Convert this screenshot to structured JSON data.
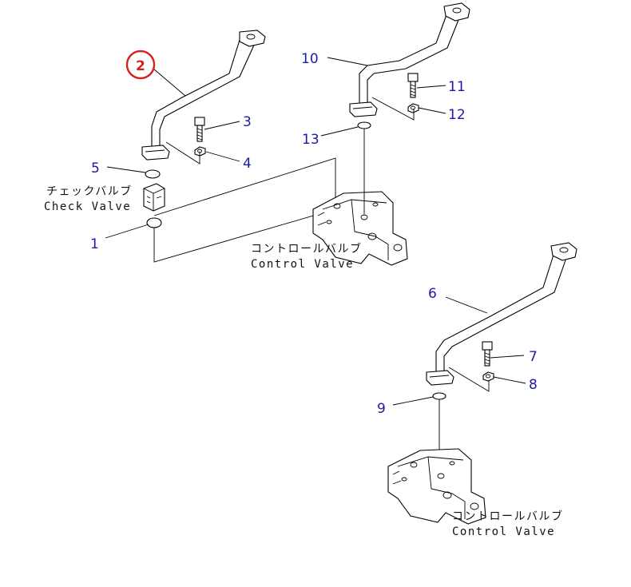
{
  "parts": {
    "p1": "1",
    "p2": "2",
    "p3": "3",
    "p4": "4",
    "p5": "5",
    "p6": "6",
    "p7": "7",
    "p8": "8",
    "p9": "9",
    "p10": "10",
    "p11": "11",
    "p12": "12",
    "p13": "13"
  },
  "labels": {
    "check_valve_jp": "チェックバルブ",
    "check_valve_en": "Check Valve",
    "control_valve_jp": "コントロールバルブ",
    "control_valve_en": "Control Valve"
  },
  "highlight": {
    "part": "2",
    "color": "#d42020"
  },
  "colors": {
    "callout": "#1a1aa6",
    "line": "#000000"
  }
}
